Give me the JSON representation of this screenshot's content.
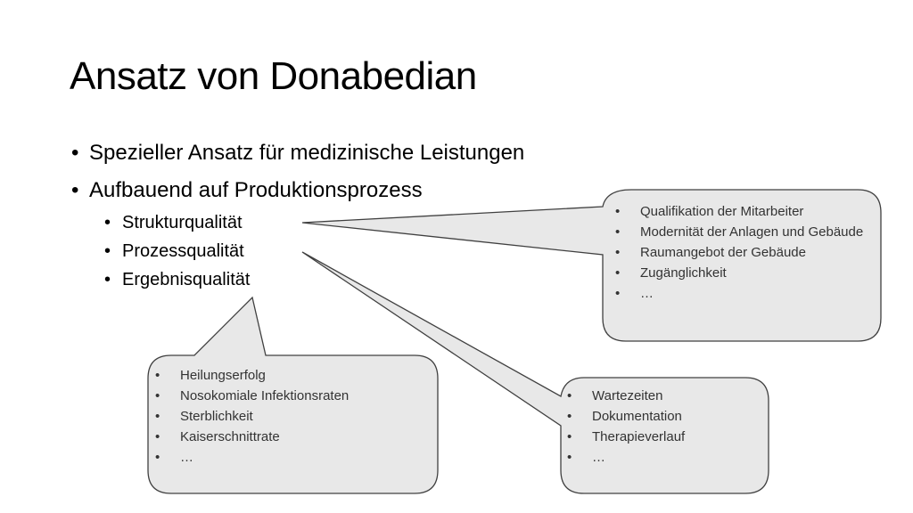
{
  "slide": {
    "title": "Ansatz von Donabedian",
    "bullets": [
      "Spezieller Ansatz für medizinische Leistungen",
      "Aufbauend auf Produktionsprozess"
    ],
    "sub_bullets": [
      "Strukturqualität",
      "Prozessqualität",
      "Ergebnisqualität"
    ]
  },
  "callouts": {
    "struktur": [
      "Qualifikation der Mitarbeiter",
      "Modernität der Anlagen und Gebäude",
      "Raumangebot der Gebäude",
      "Zugänglichkeit",
      "…"
    ],
    "prozess": [
      "Wartezeiten",
      "Dokumentation",
      "Therapieverlauf",
      "…"
    ],
    "ergebnis": [
      "Heilungserfolg",
      "Nosokomiale Infektionsraten",
      "Sterblichkeit",
      "Kaiserschnittrate",
      "…"
    ]
  },
  "colors": {
    "callout_fill": "#e8e8e8",
    "callout_stroke": "#404040",
    "text": "#000000"
  }
}
